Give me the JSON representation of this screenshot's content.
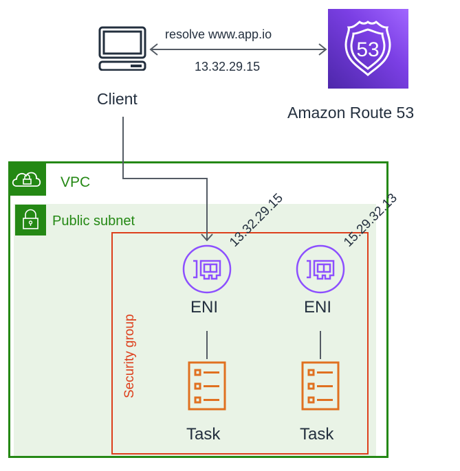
{
  "client": {
    "label": "Client",
    "icon": "desktop-client-icon"
  },
  "dns_exchange": {
    "request": "resolve www.app.io",
    "response": "13.32.29.15"
  },
  "route53": {
    "label": "Amazon Route 53",
    "icon": "route53-shield-icon",
    "badge": "53",
    "color": "#8c4fff"
  },
  "vpc": {
    "label": "VPC",
    "icon": "vpc-cloud-lock-icon",
    "color": "#248814"
  },
  "subnet": {
    "label": "Public subnet",
    "icon": "padlock-icon",
    "fill": "#e9f3e6"
  },
  "security_group": {
    "label": "Security group",
    "color": "#dd3e1b"
  },
  "enis": [
    {
      "label": "ENI",
      "ip": "13.32.29.15"
    },
    {
      "label": "ENI",
      "ip": "15.29.32.13"
    }
  ],
  "tasks": [
    {
      "label": "Task"
    },
    {
      "label": "Task"
    }
  ]
}
